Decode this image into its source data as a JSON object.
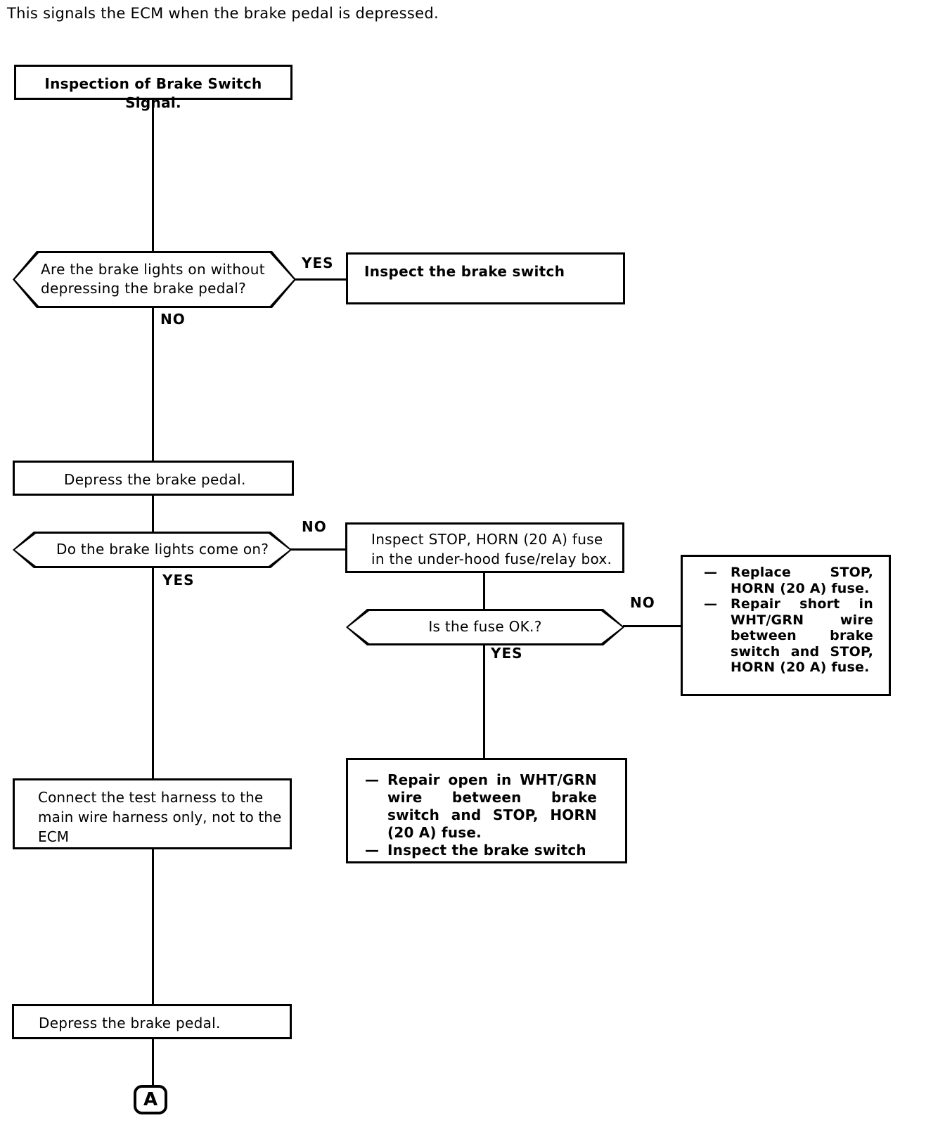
{
  "intro_text": "This signals the ECM when the brake pedal is depressed.",
  "labels": {
    "yes": "YES",
    "no": "NO",
    "bullet": "—"
  },
  "nodes": {
    "start": {
      "title": "Inspection of Brake Switch Signal."
    },
    "q_brake_lights_without": {
      "lines": [
        "Are the brake lights on without",
        "depressing the brake pedal?"
      ]
    },
    "inspect_brake_switch": {
      "text": "Inspect the brake switch"
    },
    "depress_pedal_1": {
      "text": "Depress the brake pedal."
    },
    "q_brake_lights_come_on": {
      "text": "Do the brake lights come on?"
    },
    "inspect_fuse": {
      "lines": [
        "Inspect STOP, HORN (20 A) fuse",
        "in the under-hood fuse/relay box."
      ]
    },
    "q_fuse_ok": {
      "text": "Is the fuse OK.?"
    },
    "replace_fuse": {
      "items": [
        "Replace STOP, HORN (20 A) fuse.",
        "Repair short in WHT/GRN wire between brake switch and STOP, HORN (20 A) fuse."
      ]
    },
    "repair_open": {
      "items": [
        "Repair open in WHT/GRN wire between brake switch and STOP, HORN (20 A) fuse.",
        "Inspect the brake switch"
      ]
    },
    "connect_test_harness": {
      "lines": [
        "Connect the test harness to the",
        "main wire harness only, not to the",
        "ECM"
      ]
    },
    "depress_pedal_2": {
      "text": "Depress the brake pedal."
    },
    "connector_a": {
      "text": "A"
    }
  },
  "colors": {
    "line": "#000000",
    "background": "#ffffff",
    "text": "#000000"
  }
}
